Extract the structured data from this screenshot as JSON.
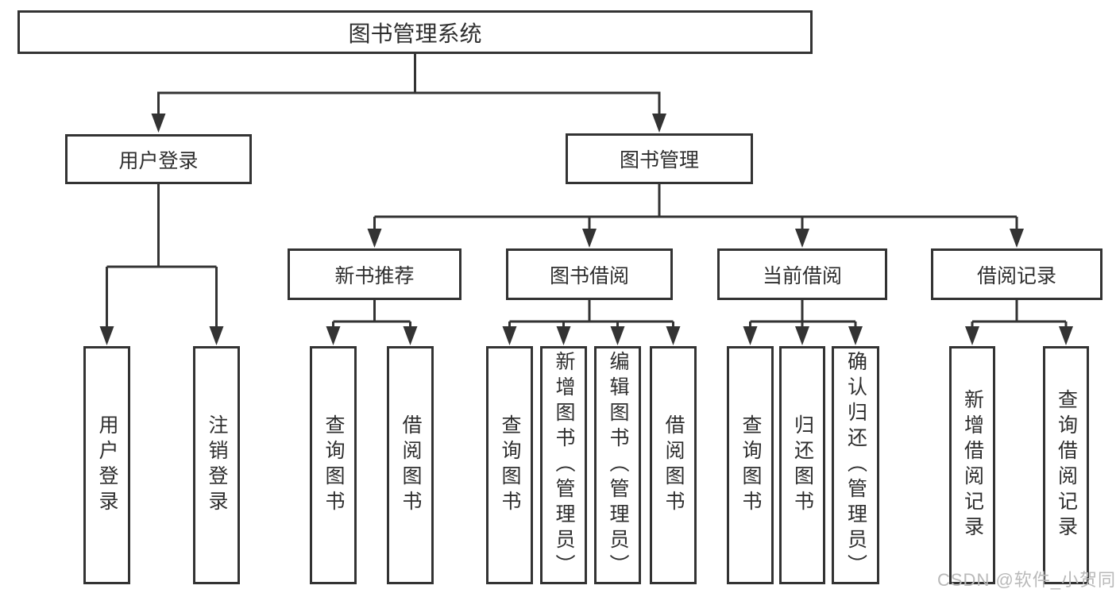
{
  "diagram": {
    "root": "图书管理系统",
    "level2": [
      "用户登录",
      "图书管理"
    ],
    "level3": [
      "新书推荐",
      "图书借阅",
      "当前借阅",
      "借阅记录"
    ],
    "leaves": [
      "用户登录",
      "注销登录",
      "查询图书",
      "借阅图书",
      "查询图书",
      "新增图书（管理员）",
      "编辑图书（管理员）",
      "借阅图书",
      "查询图书",
      "归还图书",
      "确认归还（管理员）",
      "新增借阅记录",
      "查询借阅记录"
    ]
  },
  "watermark": "CSDN @软件_小贺同学",
  "colors": {
    "line": "#333333",
    "box_border": "#333333",
    "text": "#2e2e2e",
    "watermark": "#b9b9b9",
    "background": "#ffffff"
  }
}
